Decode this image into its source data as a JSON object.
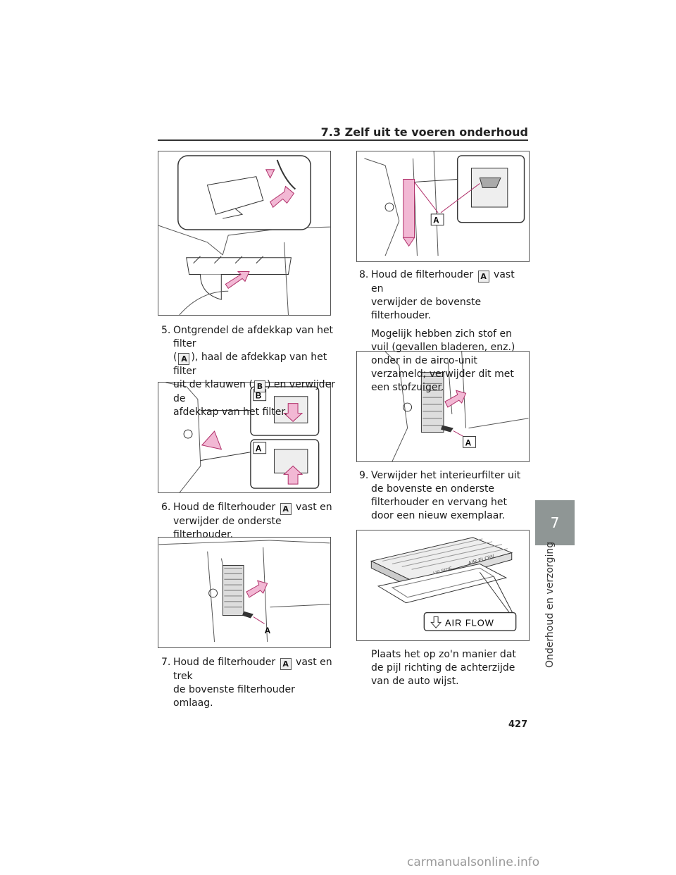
{
  "header": {
    "title": "7.3 Zelf uit te voeren onderhoud"
  },
  "figures": [
    {
      "labels": []
    },
    {
      "labels": [
        "A"
      ]
    },
    {
      "labels": [
        "B",
        "A"
      ]
    },
    {
      "labels": [
        "A"
      ]
    },
    {
      "labels": [
        "A"
      ]
    },
    {
      "labels": [
        "UP SIDE",
        "AIR FLOW",
        "AIR FLOW"
      ]
    }
  ],
  "steps": {
    "s5": {
      "num": "5.",
      "line1": "Ontgrendel de afdekkap van het filter",
      "l2_pre": "(",
      "key_a": "A",
      "l2_post": "), haal de afdekkap van het filter",
      "l3_pre": "uit de klauwen (",
      "key_b": "B",
      "l3_post": ") en verwijder de",
      "line4": "afdekkap van het filter."
    },
    "s6": {
      "num": "6.",
      "l1_pre": "Houd de filterhouder",
      "key_a": "A",
      "l1_post": "vast en",
      "line2": "verwijder de onderste filterhouder."
    },
    "s7": {
      "num": "7.",
      "l1_pre": "Houd de filterhouder",
      "key_a": "A",
      "l1_post": "vast en trek",
      "line2": "de bovenste filterhouder omlaag."
    },
    "s8": {
      "num": "8.",
      "l1_pre": "Houd de filterhouder",
      "key_a": "A",
      "l1_post": "vast en",
      "line2": "verwijder de bovenste filterhouder.",
      "note": "Mogelijk hebben zich stof en vuil (gevallen bladeren, enz.) onder in de airco-unit verzameld; verwijder dit met een stofzuiger."
    },
    "s9": {
      "num": "9.",
      "text": "Verwijder het interieurfilter uit de bovenste en onderste filterhouder en vervang het door een nieuw exemplaar.",
      "note": "Plaats het op zo'n manier dat de pijl richting de achterzijde van de auto wijst."
    }
  },
  "side_tab": {
    "number": "7",
    "label": "Onderhoud en verzorging"
  },
  "page_number": "427",
  "watermark": "carmanualsonline.info",
  "colors": {
    "arrow_fill": "#f2b8d4",
    "arrow_stroke": "#b0306a",
    "tab": "#8f9695"
  }
}
